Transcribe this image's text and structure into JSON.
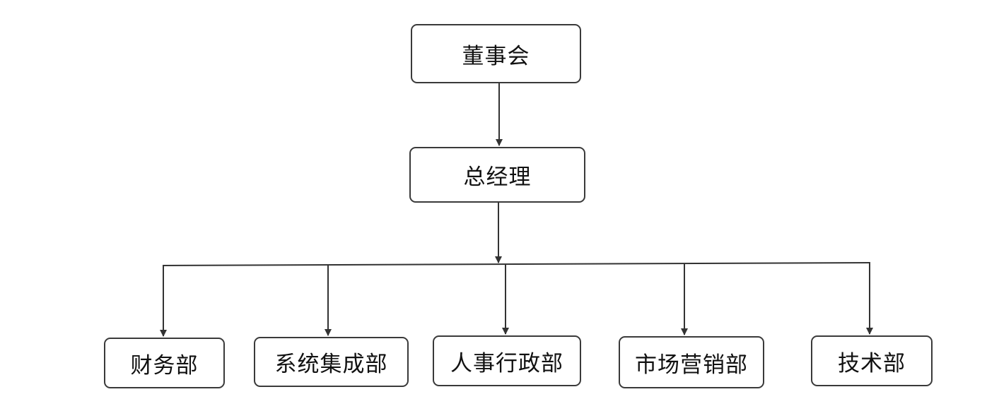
{
  "diagram": {
    "type": "org-chart",
    "root": {
      "label": "董事会"
    },
    "manager": {
      "label": "总经理"
    },
    "departments": [
      {
        "label": "财务部"
      },
      {
        "label": "系统集成部"
      },
      {
        "label": "人事行政部"
      },
      {
        "label": "市场营销部"
      },
      {
        "label": "技术部"
      }
    ],
    "edges": [
      {
        "from": "董事会",
        "to": "总经理"
      },
      {
        "from": "总经理",
        "to": "财务部"
      },
      {
        "from": "总经理",
        "to": "系统集成部"
      },
      {
        "from": "总经理",
        "to": "人事行政部"
      },
      {
        "from": "总经理",
        "to": "市场营销部"
      },
      {
        "from": "总经理",
        "to": "技术部"
      }
    ],
    "colors": {
      "line": "#333333",
      "box_border": "#3a3a3a",
      "text": "#111111",
      "background": "#ffffff"
    }
  }
}
